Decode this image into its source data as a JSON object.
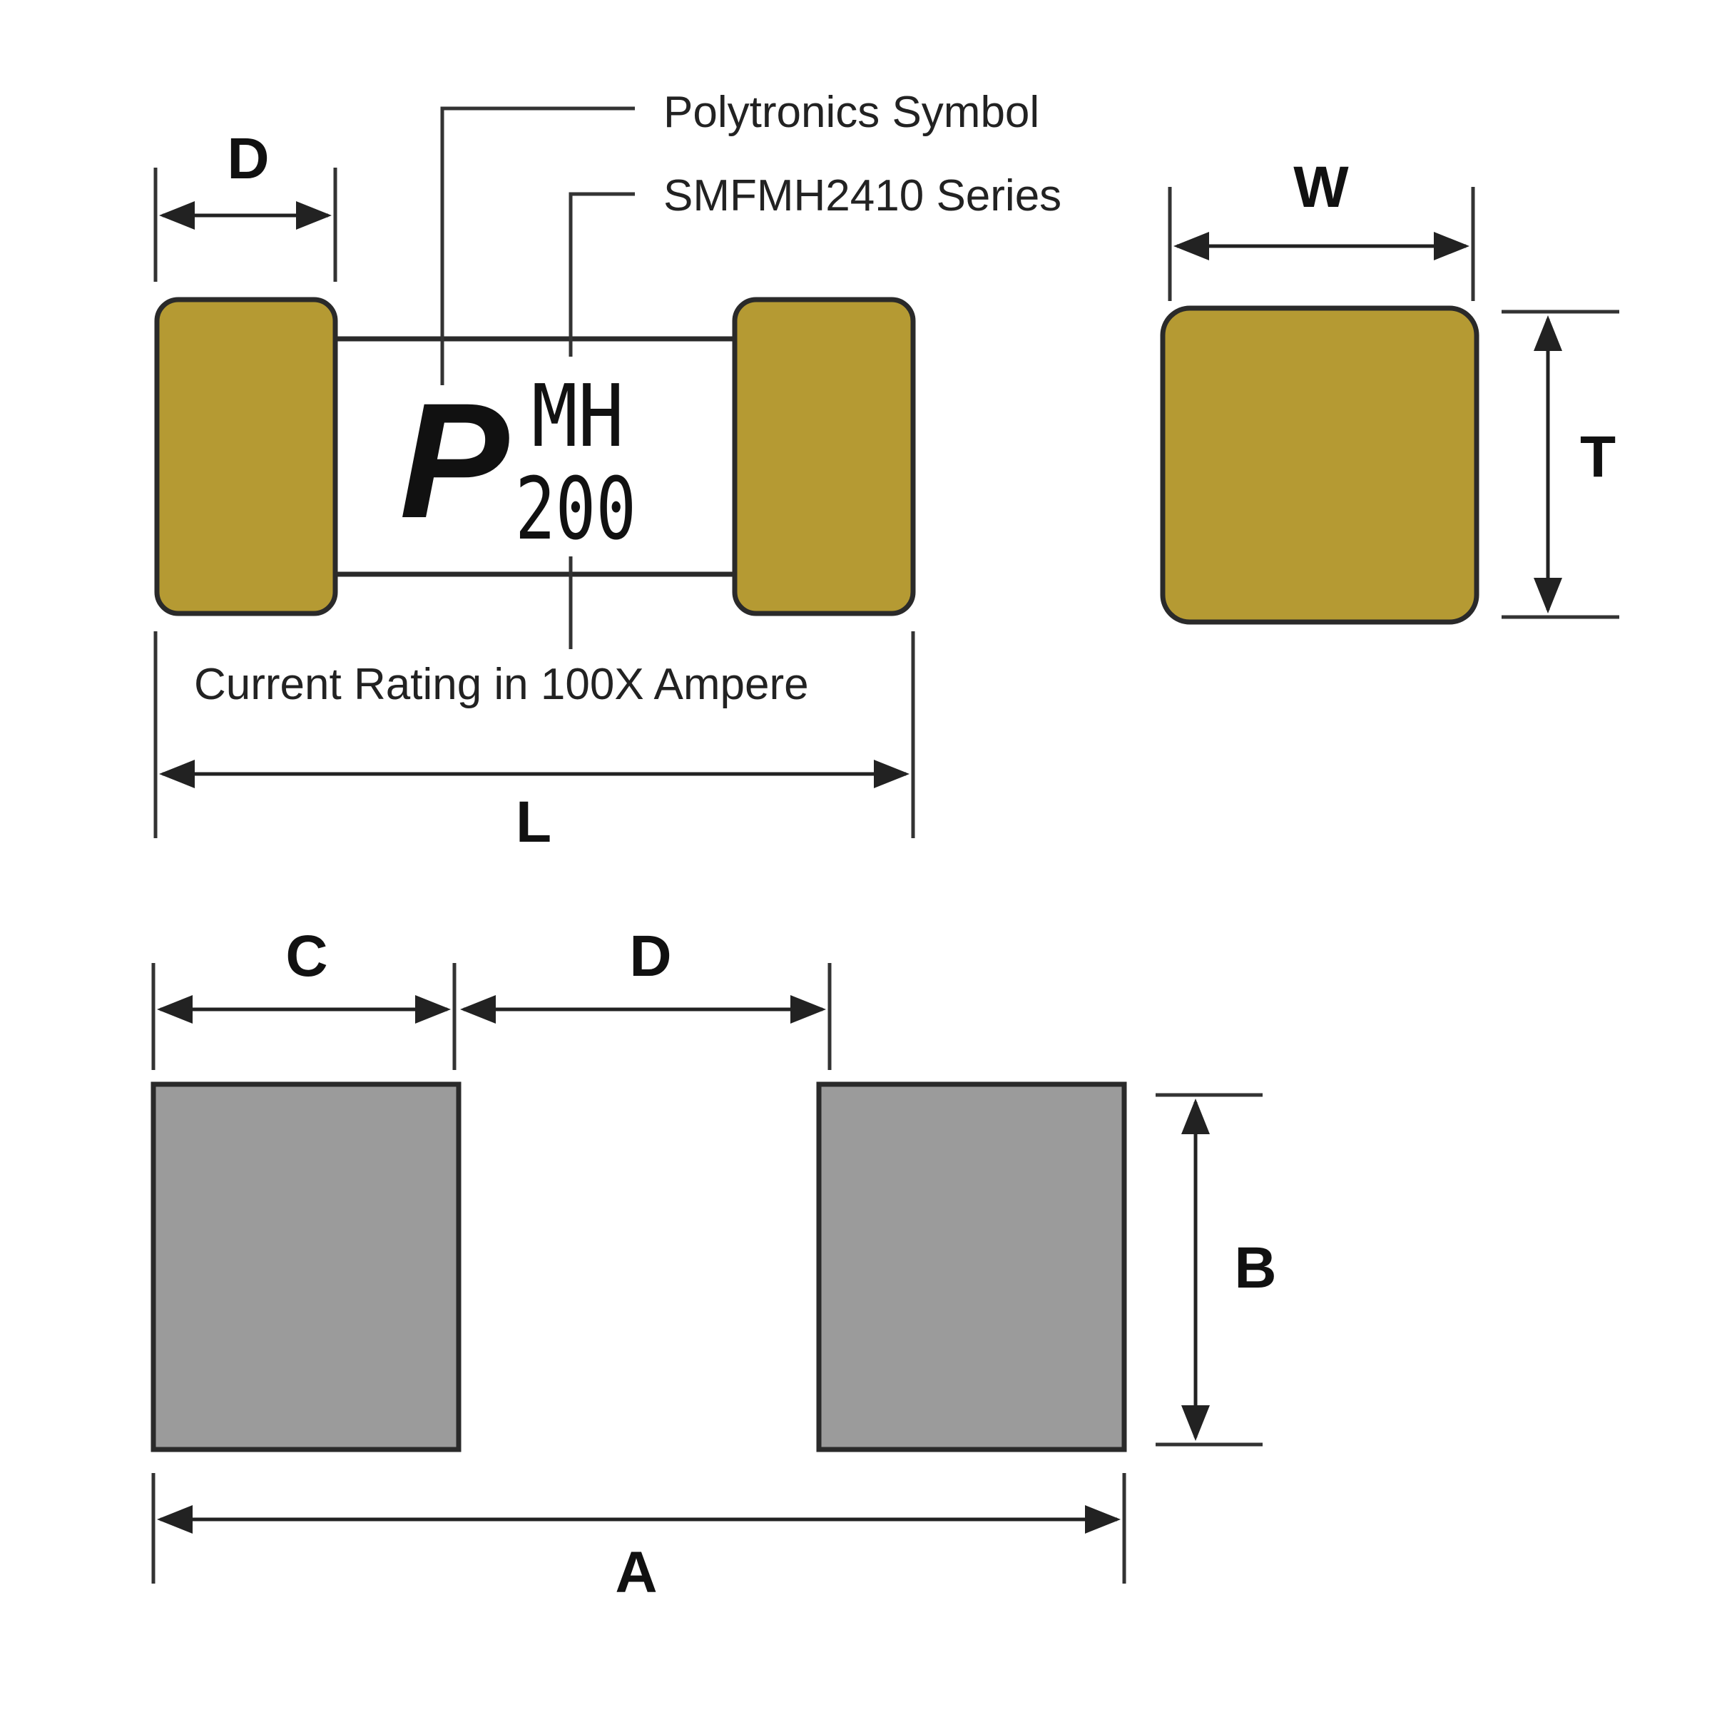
{
  "colors": {
    "background": "#ffffff",
    "terminal": "#b59a33",
    "body": "#ffffff",
    "pad": "#9b9b9b",
    "outline": "#2a2a2a"
  },
  "callouts": {
    "polytronics_symbol": "Polytronics Symbol",
    "series": "SMFMH2410 Series",
    "current_rating": "Current Rating in 100X Ampere"
  },
  "marking": {
    "symbol": "P",
    "series_code": "MH",
    "rating_code": "200"
  },
  "dimensions": {
    "top_d": "D",
    "length": "L",
    "width": "W",
    "thickness": "T",
    "pad_c": "C",
    "pad_gap_d": "D",
    "pad_b": "B",
    "pad_a": "A"
  }
}
